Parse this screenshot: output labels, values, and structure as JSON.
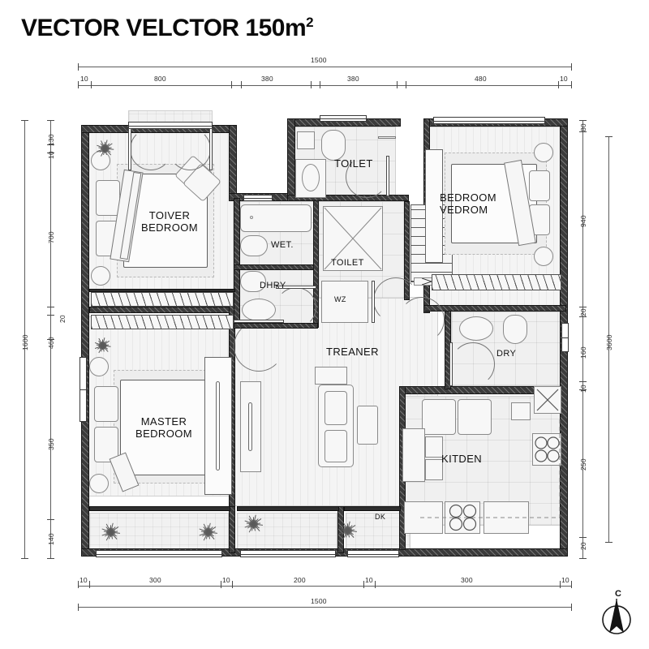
{
  "title": {
    "text": "VECTOR VELCTOR 150m",
    "superscript": "2"
  },
  "dimensions": {
    "top_overall": "1500",
    "top_chain": [
      "10",
      "800",
      "380",
      "380",
      "480",
      "10"
    ],
    "bottom_overall": "1500",
    "bottom_chain": [
      "10",
      "300",
      "10",
      "200",
      "10",
      "300",
      "10"
    ],
    "left_overall": "1600",
    "left_chain": [
      "130",
      "10",
      "700",
      "460",
      "20",
      "350",
      "140"
    ],
    "right_overall": "3600",
    "right_chain": [
      "80",
      "940",
      "20",
      "160",
      "10",
      "250",
      "20"
    ]
  },
  "rooms": {
    "toiver_bedroom": {
      "line1": "TOIVER",
      "line2": "BEDROOM"
    },
    "master_bedroom": {
      "line1": "MASTER",
      "line2": "BEDROOM"
    },
    "bedroom_right": {
      "line1": "BEDROOM",
      "line2": "VEDROM"
    },
    "toilet_top": "TOILET",
    "toilet_mid": "TOILET",
    "wet": "WET.",
    "dhry": "DHRY",
    "wz": "WZ",
    "treaner": "TREANER",
    "dry": "DRY",
    "kitden": "KITDEN",
    "dk": "DK"
  },
  "compass": {
    "label": "C",
    "name": "north-arrow"
  },
  "colors": {
    "wall": "#3b3b3b",
    "floor": "#f3f3f3",
    "dimension_line": "#5d5d5d",
    "text": "#111111",
    "background": "#ffffff"
  }
}
